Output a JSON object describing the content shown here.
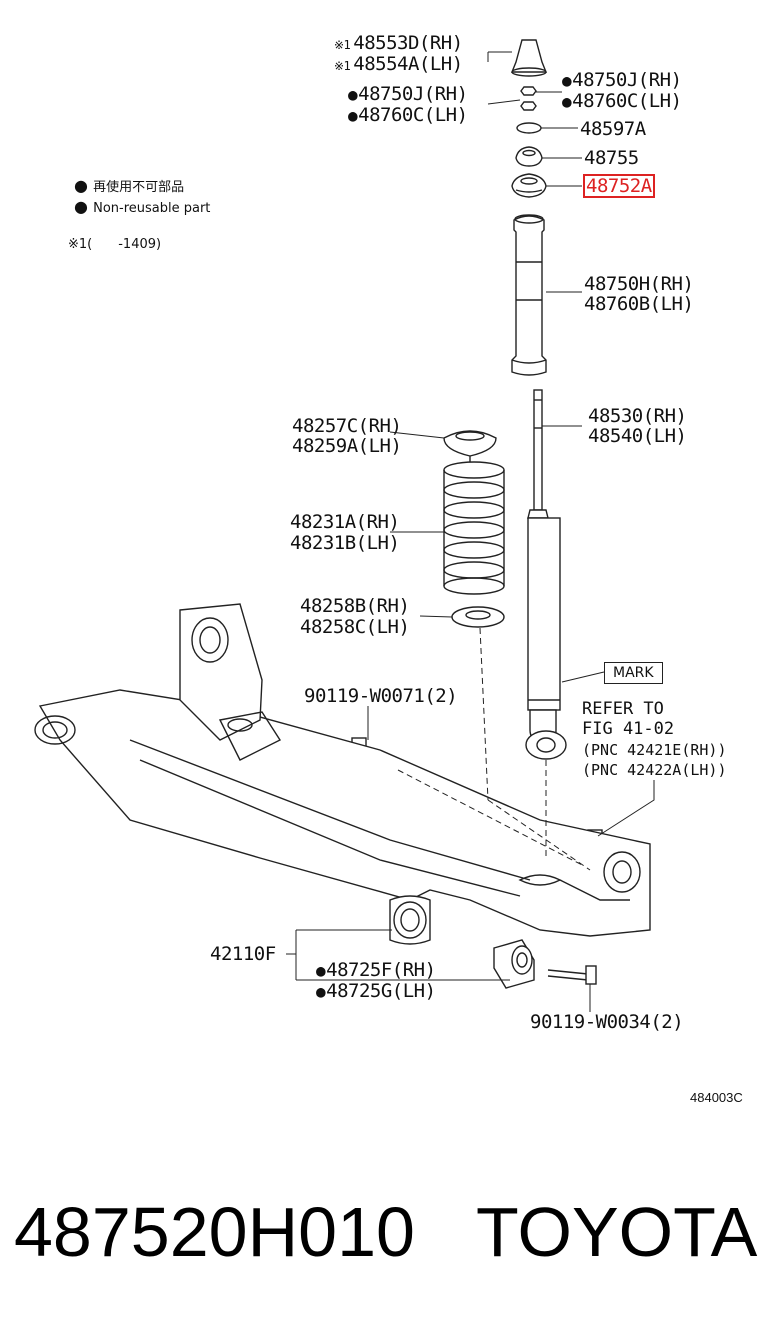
{
  "legend": {
    "nonreusable_jp": "再使用不可部品",
    "nonreusable_en": "Non-reusable part",
    "note_mark": "※1",
    "note_text": "(　　-1409)"
  },
  "parts": {
    "p48553D": "48553D(RH)",
    "p48554A": "48554A(LH)",
    "p48750J_r": "48750J(RH)",
    "p48760C_r": "48760C(LH)",
    "p48750J_l": "48750J(RH)",
    "p48760C_l": "48760C(LH)",
    "p48597A": "48597A",
    "p48755": "48755",
    "p48752A": "48752A",
    "p48750H": "48750H(RH)",
    "p48760B": "48760B(LH)",
    "p48530": "48530(RH)",
    "p48540": "48540(LH)",
    "p48257C": "48257C(RH)",
    "p48259A": "48259A(LH)",
    "p48231A": "48231A(RH)",
    "p48231B": "48231B(LH)",
    "p48258B": "48258B(RH)",
    "p48258C": "48258C(LH)",
    "p90119a": "90119-W0071(2)",
    "p42110F": "42110F",
    "p48725F": "48725F(RH)",
    "p48725G": "48725G(LH)",
    "p90119b": "90119-W0034(2)"
  },
  "mark_label": "MARK",
  "refer": {
    "line1": "REFER TO",
    "line2": "FIG 41-02",
    "line3": "(PNC 42421E(RH))",
    "line4": "(PNC 42422A(LH))"
  },
  "diagram_code": "484003C",
  "footer": {
    "part_number": "487520H010",
    "brand": "TOYOTA"
  },
  "colors": {
    "highlight": "#d22222",
    "line": "#222222"
  }
}
